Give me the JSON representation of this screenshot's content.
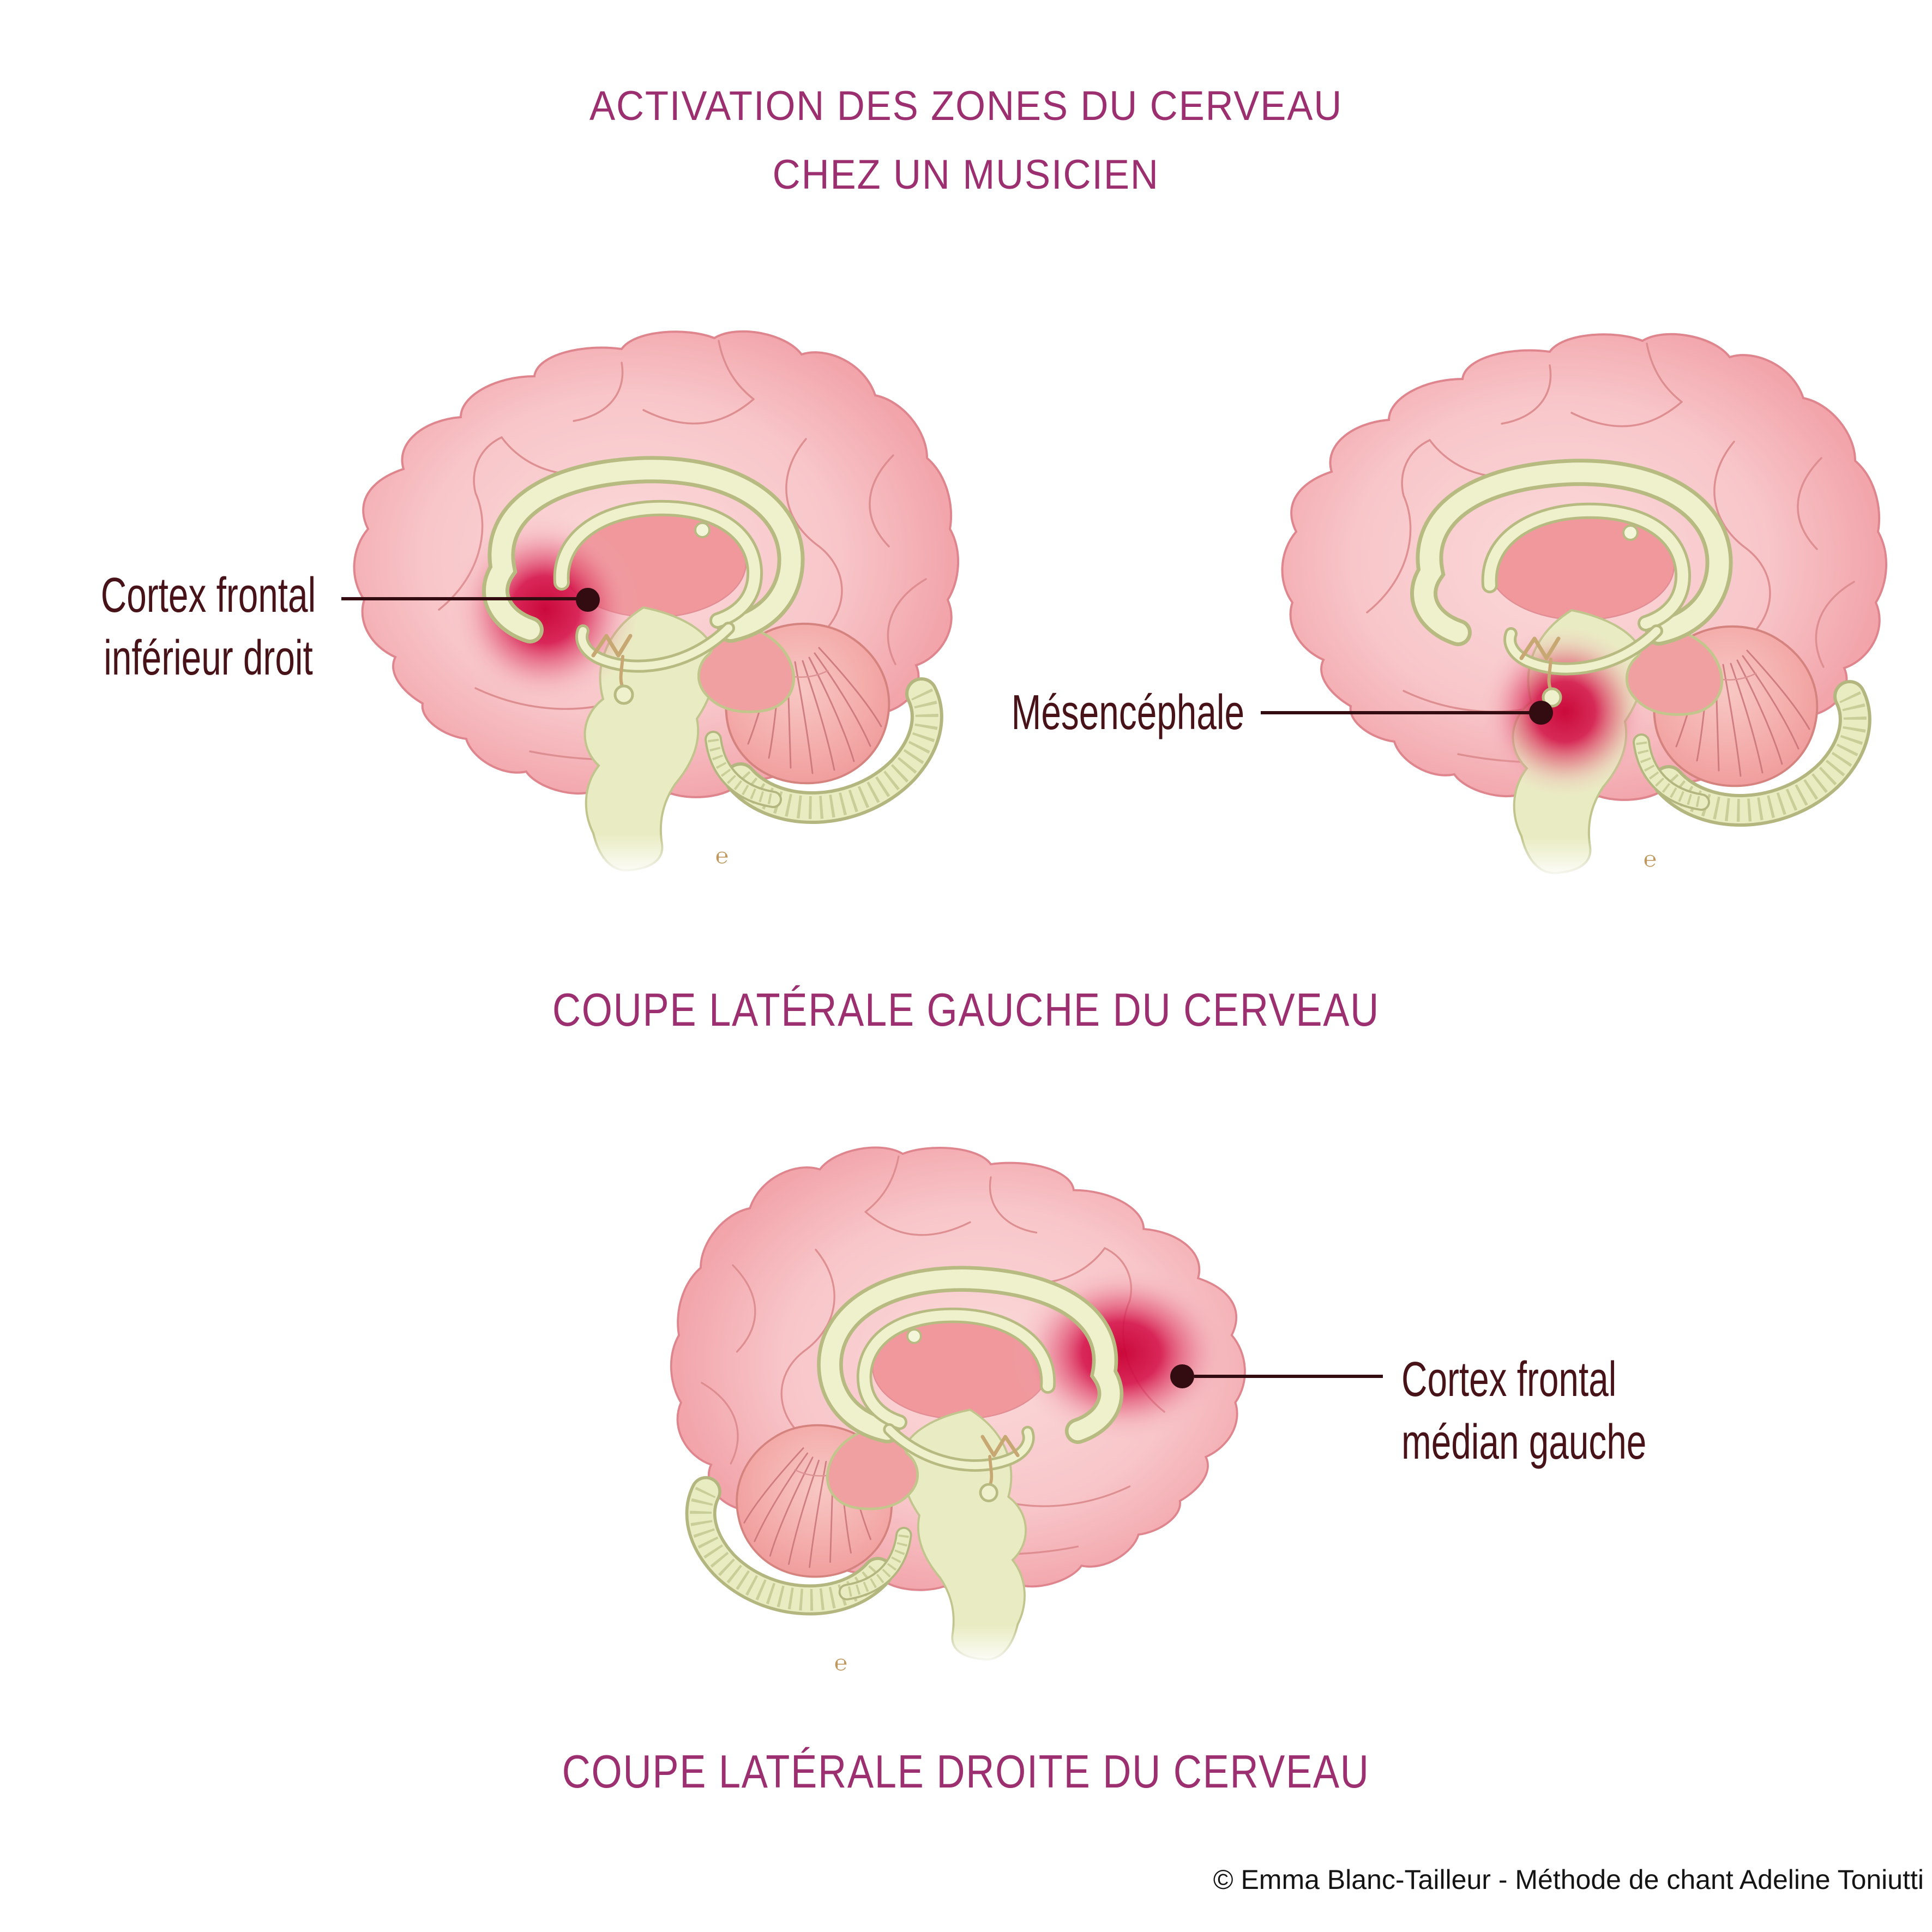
{
  "title": {
    "line1": "ACTIVATION DES ZONES DU CERVEAU",
    "line2": "CHEZ UN MUSICIEN"
  },
  "sections": {
    "middle_header": "COUPE LATÉRALE GAUCHE DU CERVEAU",
    "bottom_header": "COUPE LATÉRALE DROITE DU CERVEAU"
  },
  "figures": [
    {
      "name": "brain-left-lateral-cut-1",
      "view": "coupe latérale gauche",
      "annotation": {
        "line1": "Cortex frontal",
        "line2": "inférieur droit"
      },
      "highlighted_region": "Cortex frontal inférieur droit"
    },
    {
      "name": "brain-left-lateral-cut-2",
      "view": "coupe latérale gauche",
      "annotation": {
        "line1": "Mésencéphale",
        "line2": ""
      },
      "highlighted_region": "Mésencéphale"
    },
    {
      "name": "brain-right-lateral-cut",
      "view": "coupe latérale droite",
      "annotation": {
        "line1": "Cortex frontal",
        "line2": "médian gauche"
      },
      "highlighted_region": "Cortex frontal médian gauche"
    }
  ],
  "credit": "© Emma Blanc-Tailleur - Méthode de chant Adeline Toniutti",
  "signature_mark": "℮",
  "palette": {
    "accent_magenta": "#9C2F6F",
    "label_maroon": "#471318",
    "leader_line": "#330C12",
    "highlight_red": "#D21040",
    "brain_pink": "#F6BCC0",
    "structure_khaki": "#EDEFC9"
  }
}
